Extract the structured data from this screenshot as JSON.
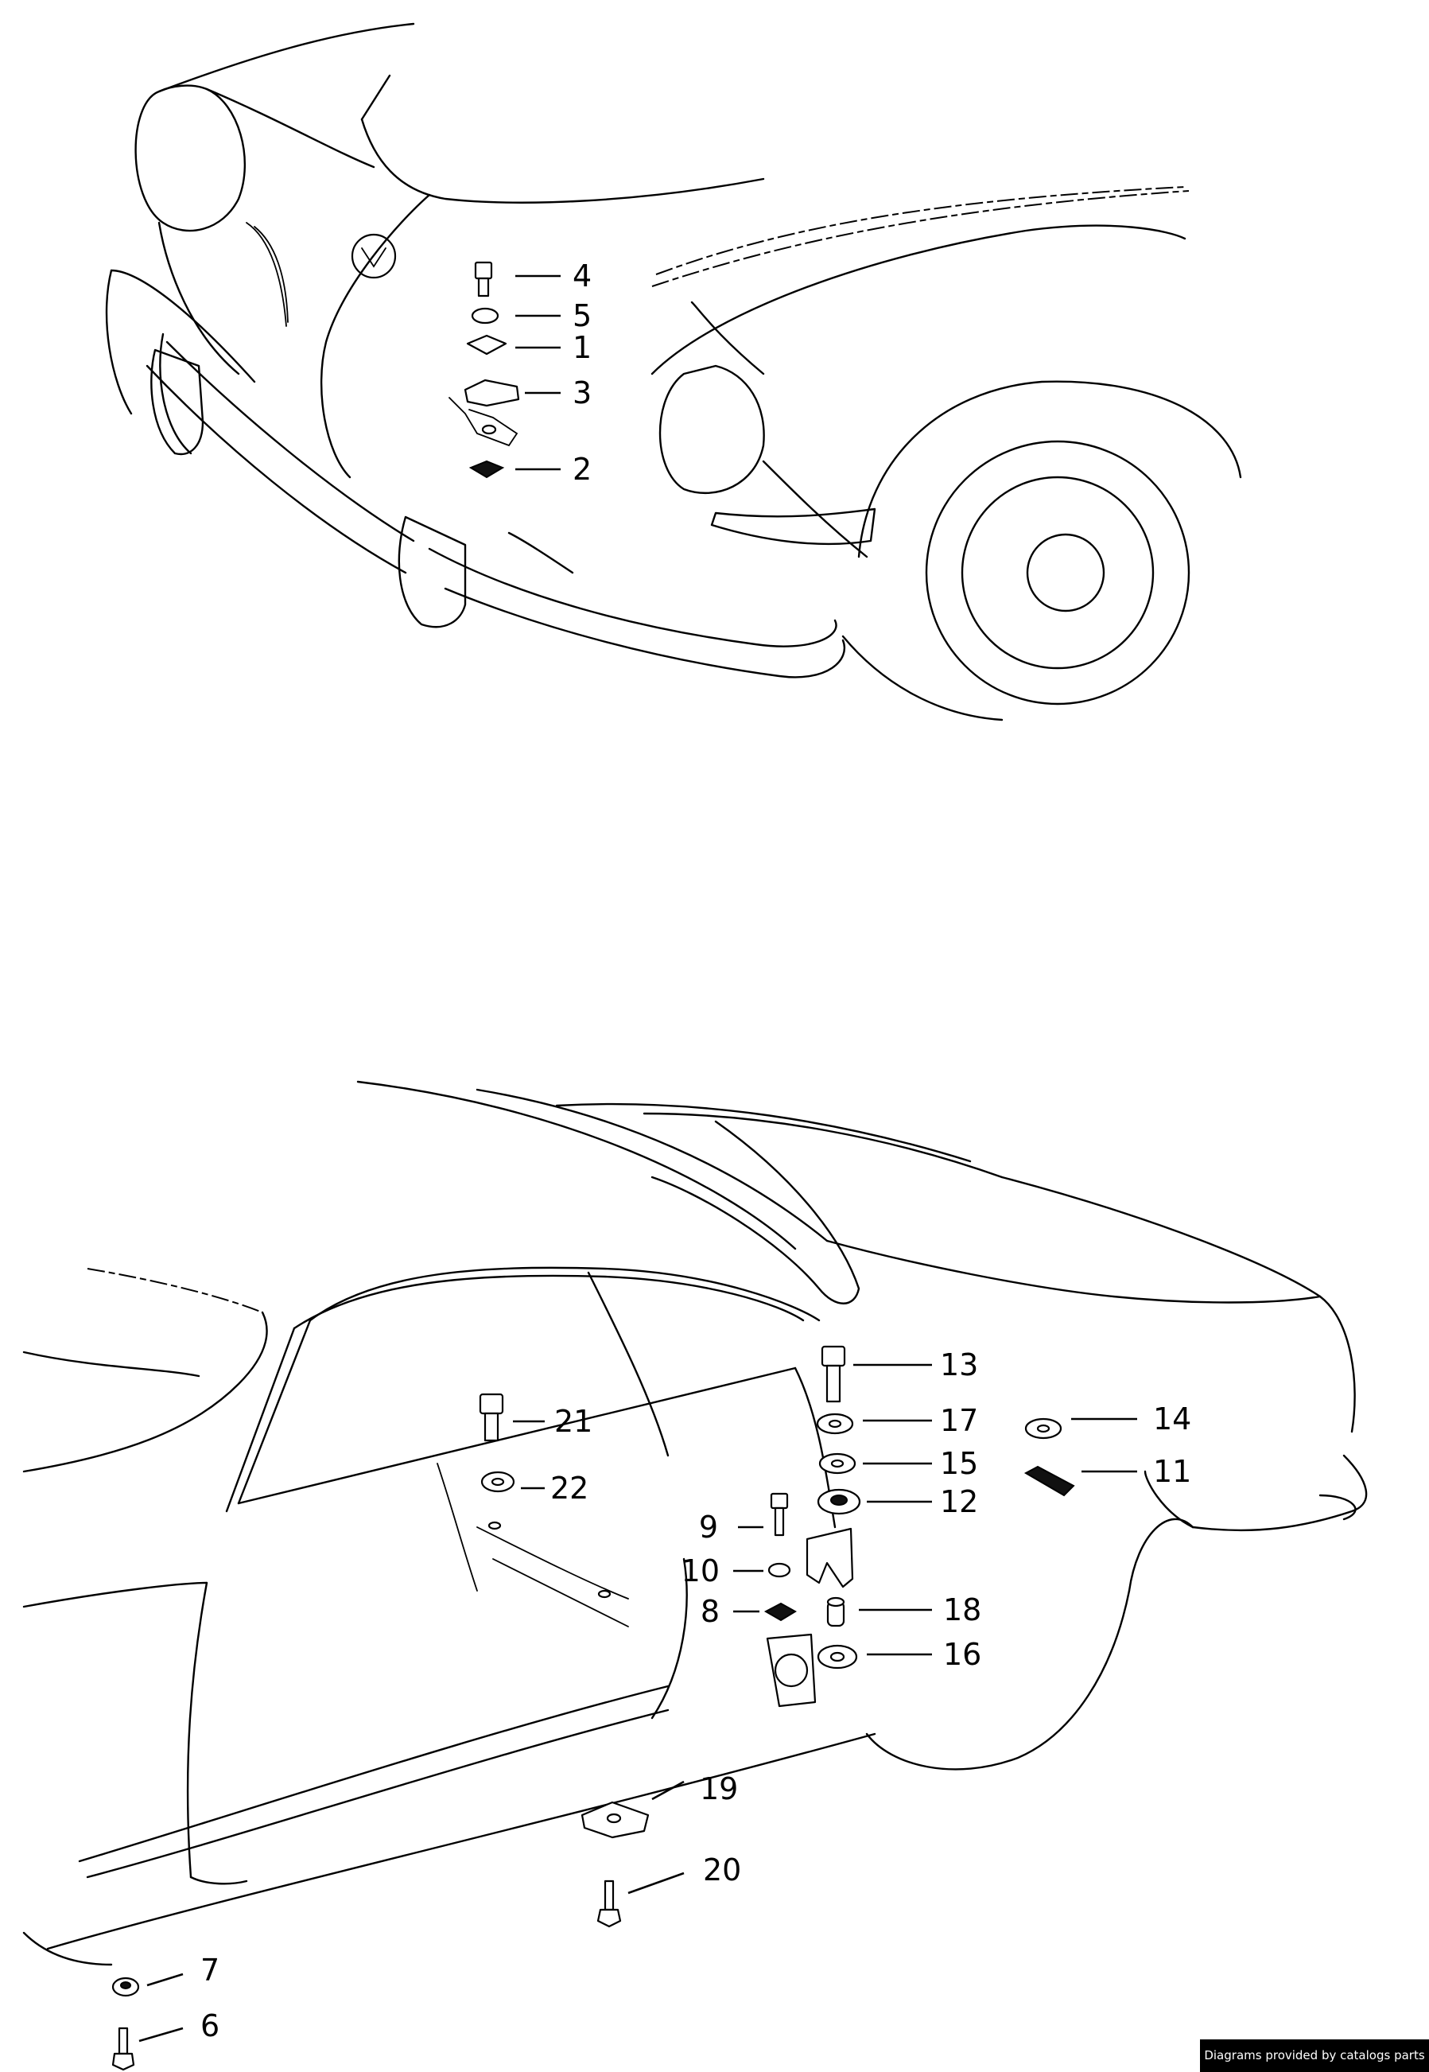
{
  "diagram": {
    "callouts": [
      {
        "id": "part-4",
        "label": "4"
      },
      {
        "id": "part-5",
        "label": "5"
      },
      {
        "id": "part-1",
        "label": "1"
      },
      {
        "id": "part-3",
        "label": "3"
      },
      {
        "id": "part-2",
        "label": "2"
      },
      {
        "id": "part-13",
        "label": "13"
      },
      {
        "id": "part-17",
        "label": "17"
      },
      {
        "id": "part-15",
        "label": "15"
      },
      {
        "id": "part-12",
        "label": "12"
      },
      {
        "id": "part-14",
        "label": "14"
      },
      {
        "id": "part-11",
        "label": "11"
      },
      {
        "id": "part-21",
        "label": "21"
      },
      {
        "id": "part-22",
        "label": "22"
      },
      {
        "id": "part-9",
        "label": "9"
      },
      {
        "id": "part-10",
        "label": "10"
      },
      {
        "id": "part-8",
        "label": "8"
      },
      {
        "id": "part-18",
        "label": "18"
      },
      {
        "id": "part-16",
        "label": "16"
      },
      {
        "id": "part-19",
        "label": "19"
      },
      {
        "id": "part-20",
        "label": "20"
      },
      {
        "id": "part-7",
        "label": "7"
      },
      {
        "id": "part-6",
        "label": "6"
      }
    ]
  },
  "footer": {
    "credit": "Diagrams provided by catalogs parts"
  }
}
